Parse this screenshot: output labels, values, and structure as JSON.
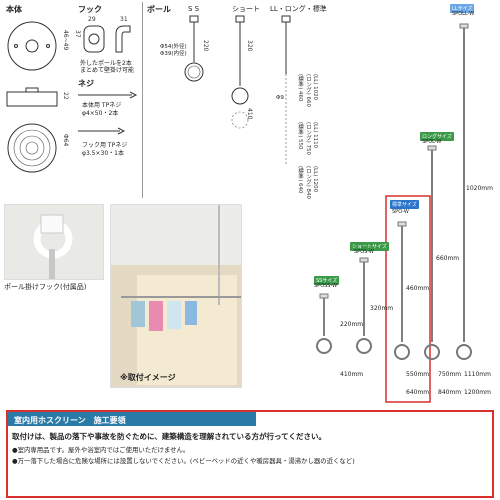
{
  "parts": {
    "honntai_label": "本体",
    "hook_label": "フック",
    "pole_label": "ボール",
    "neji_label": "ネジ",
    "main_dims": {
      "h1": "46~49",
      "h2": "22",
      "d": "Φ64"
    },
    "hook_dims": {
      "w1": "29",
      "w2": "31",
      "h": "37"
    },
    "hook_note": "外したポールを2本\nまとめて壁掛け可能",
    "screw1": "本体用 TPネジ\nφ4×50・2本",
    "screw2": "フック用 TPネジ\nφ3.5×30・1本",
    "pole_ss": "S S",
    "pole_short": "ショート",
    "pole_long": "LL・ロング・標準",
    "ss_phi": "Φ54(外径)\nΦ39(内径)",
    "ss_len": "220",
    "short_len": "320",
    "phi9": "Φ9",
    "short_len2": "410",
    "ll_vals": "(LL) 1020\n(ロング) 660\n(標準) 460",
    "ll_vals2": "(LL) 1110\n(ロング) 750\n(標準) 550",
    "ll_vals3": "(LL) 1200\n(ロング) 840\n(標準) 640"
  },
  "photos": {
    "hook_caption": "ポール掛けフック(付属品)",
    "image_caption": "※取付イメージ"
  },
  "sizes": [
    {
      "badge": "SSサイズ",
      "model": "SPOSS-W",
      "len": "220mm",
      "total": "410mm",
      "color": "#3a9a48"
    },
    {
      "badge": "ショートサイズ",
      "model": "SPOS-W",
      "len": "320mm",
      "total": "",
      "color": "#3a9a48"
    },
    {
      "badge": "標準サイズ",
      "model": "SPO-W",
      "len": "460mm",
      "total": "550mm",
      "total2": "640mm",
      "color": "#2a74c9"
    },
    {
      "badge": "ロングサイズ",
      "model": "SPOL-W",
      "len": "660mm",
      "total": "750mm",
      "total2": "840mm",
      "color": "#3a9a48"
    },
    {
      "badge": "LLサイズ",
      "model": "SPOLL-W",
      "len": "1020mm",
      "total": "1110mm",
      "total2": "1200mm",
      "color": "#2a74c9"
    }
  ],
  "bottom": {
    "title": "室内用ホスクリーン　施工要領",
    "main": "取付けは、製品の落下や事故を防ぐために、建築構造を理解されている方が行ってください。",
    "note1": "●室内専用品です。屋外や浴室内ではご使用いただけません。",
    "note2": "●万一落下した場合に危険な場所には設置しないでください。(ベビーベッドの近くや暖房器具・湯沸かし器の近くなど)"
  }
}
